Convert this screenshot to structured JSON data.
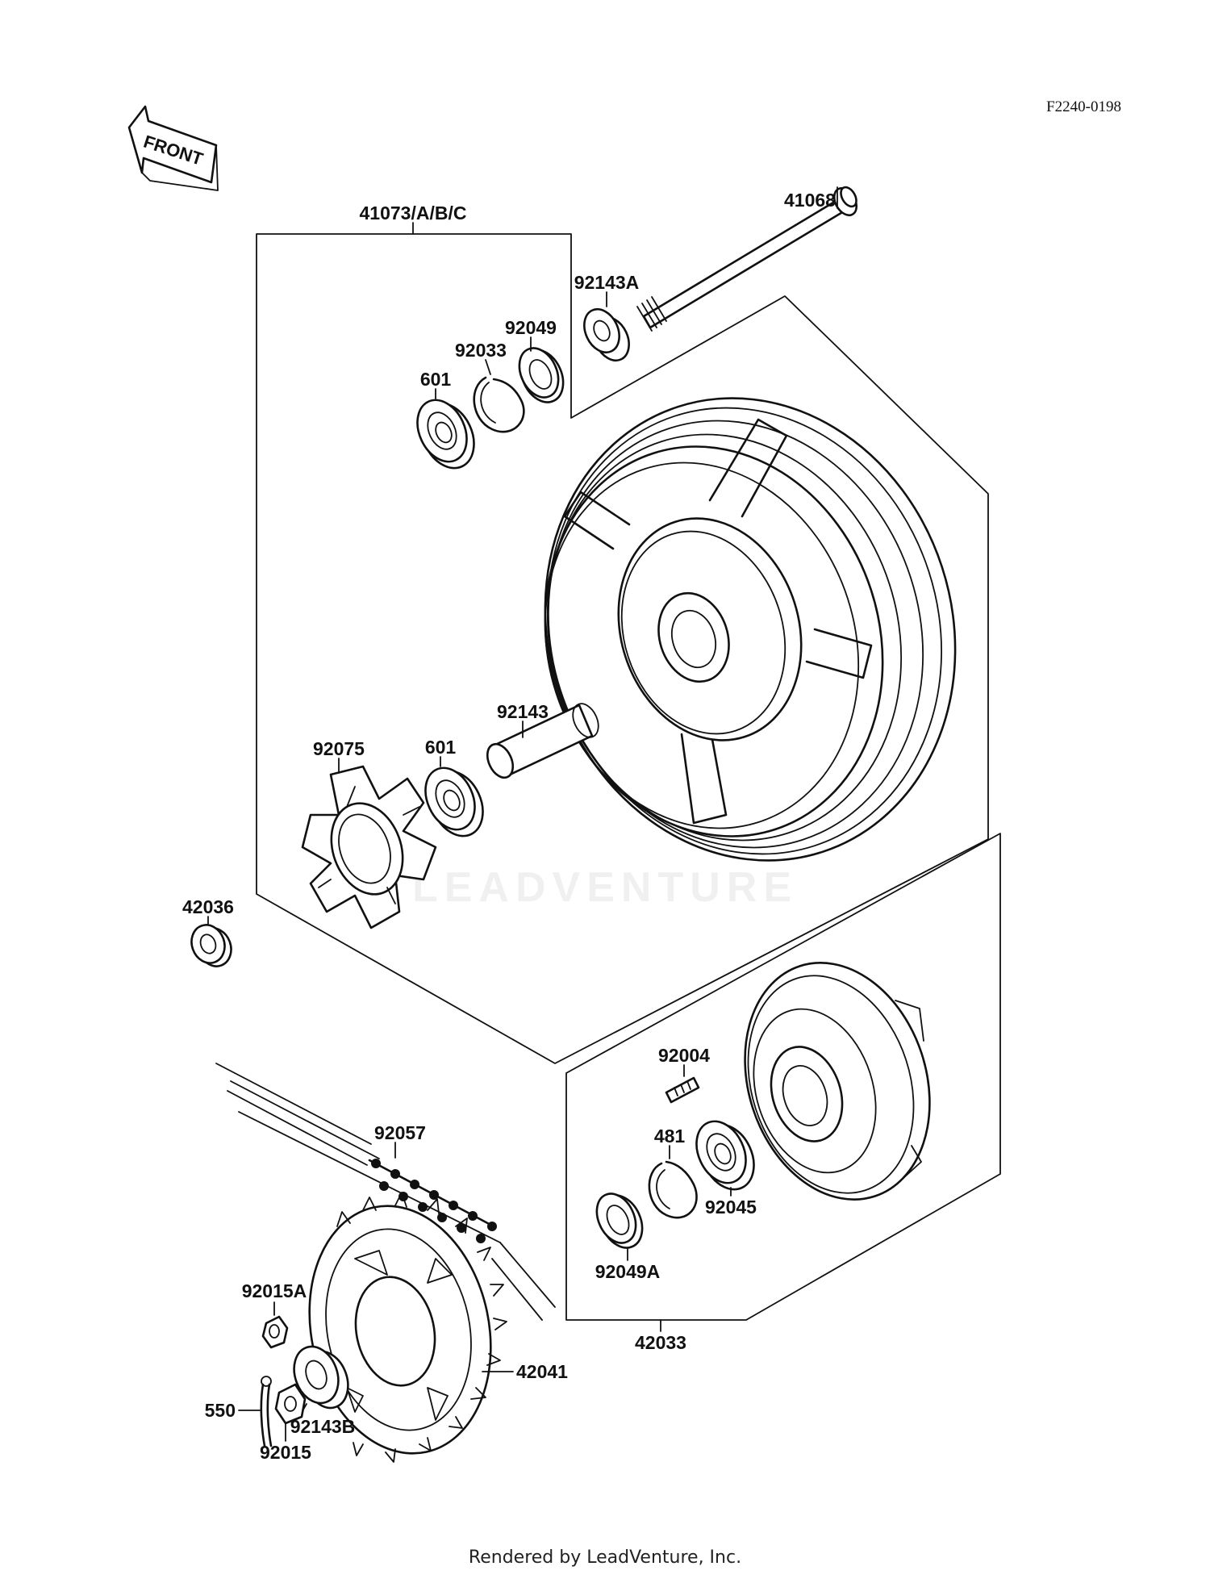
{
  "diagram_code": "F2240-0198",
  "front_arrow_label": "FRONT",
  "watermark": "LEADVENTURE",
  "footer": "Rendered by LeadVenture, Inc.",
  "labels": {
    "p41073": "41073/A/B/C",
    "p41068": "41068",
    "p92143A": "92143A",
    "p92049": "92049",
    "p92033": "92033",
    "p601a": "601",
    "p92143": "92143",
    "p92075": "92075",
    "p601b": "601",
    "p42036": "42036",
    "p92004": "92004",
    "p481": "481",
    "p92045": "92045",
    "p92049A": "92049A",
    "p42033": "42033",
    "p92057": "92057",
    "p92015A": "92015A",
    "p42041": "42041",
    "p550": "550",
    "p92143B": "92143B",
    "p92015": "92015"
  }
}
